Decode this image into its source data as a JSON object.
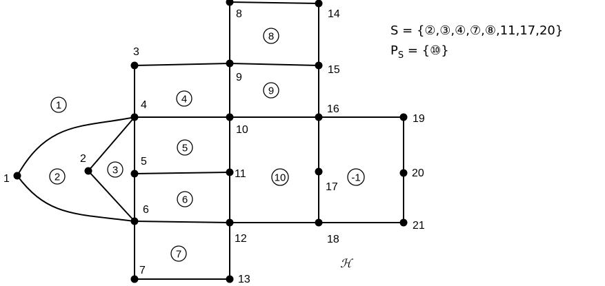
{
  "vertices": [
    {
      "id": "1",
      "label": "1"
    },
    {
      "id": "2",
      "label": "2"
    },
    {
      "id": "3",
      "label": "3"
    },
    {
      "id": "4",
      "label": "4"
    },
    {
      "id": "5",
      "label": "5"
    },
    {
      "id": "6",
      "label": "6"
    },
    {
      "id": "7",
      "label": "7"
    },
    {
      "id": "8",
      "label": "8"
    },
    {
      "id": "9",
      "label": "9"
    },
    {
      "id": "10",
      "label": "10"
    },
    {
      "id": "11",
      "label": "11"
    },
    {
      "id": "12",
      "label": "12"
    },
    {
      "id": "13",
      "label": "13"
    },
    {
      "id": "14",
      "label": "14"
    },
    {
      "id": "15",
      "label": "15"
    },
    {
      "id": "16",
      "label": "16"
    },
    {
      "id": "17",
      "label": "17"
    },
    {
      "id": "18",
      "label": "18"
    },
    {
      "id": "19",
      "label": "19"
    },
    {
      "id": "20",
      "label": "20"
    },
    {
      "id": "21",
      "label": "21"
    }
  ],
  "edges": [
    [
      "1",
      "4"
    ],
    [
      "1",
      "6"
    ],
    [
      "2",
      "4"
    ],
    [
      "2",
      "6"
    ],
    [
      "3",
      "4"
    ],
    [
      "4",
      "5"
    ],
    [
      "5",
      "6"
    ],
    [
      "6",
      "7"
    ],
    [
      "3",
      "9"
    ],
    [
      "4",
      "10"
    ],
    [
      "5",
      "11"
    ],
    [
      "6",
      "12"
    ],
    [
      "7",
      "13"
    ],
    [
      "8",
      "9"
    ],
    [
      "9",
      "10"
    ],
    [
      "10",
      "11"
    ],
    [
      "11",
      "12"
    ],
    [
      "12",
      "13"
    ],
    [
      "8",
      "14"
    ],
    [
      "14",
      "15"
    ],
    [
      "15",
      "16"
    ],
    [
      "16",
      "17"
    ],
    [
      "17",
      "18"
    ],
    [
      "9",
      "15"
    ],
    [
      "10",
      "16"
    ],
    [
      "12",
      "18"
    ],
    [
      "16",
      "19"
    ],
    [
      "19",
      "20"
    ],
    [
      "20",
      "21"
    ],
    [
      "18",
      "21"
    ]
  ],
  "faces": [
    {
      "id": "1",
      "label": "1",
      "circled": true
    },
    {
      "id": "2",
      "label": "2",
      "circled": true
    },
    {
      "id": "3",
      "label": "3",
      "circled": true
    },
    {
      "id": "4",
      "label": "4",
      "circled": true
    },
    {
      "id": "5",
      "label": "5",
      "circled": true
    },
    {
      "id": "6",
      "label": "6",
      "circled": true
    },
    {
      "id": "7",
      "label": "7",
      "circled": true
    },
    {
      "id": "8",
      "label": "8",
      "circled": true
    },
    {
      "id": "9",
      "label": "9",
      "circled": true
    },
    {
      "id": "10",
      "label": "10",
      "circled": true
    },
    {
      "id": "outer",
      "label": "-1",
      "circled": true
    }
  ],
  "graph_name": "ℋ",
  "annotations": {
    "s_prefix": "S = {",
    "s_set": "②,③,④,⑦,⑧,11,17,20}",
    "ps_p": "P",
    "ps_sub": "S",
    "ps_rest": " = {⑩}"
  }
}
